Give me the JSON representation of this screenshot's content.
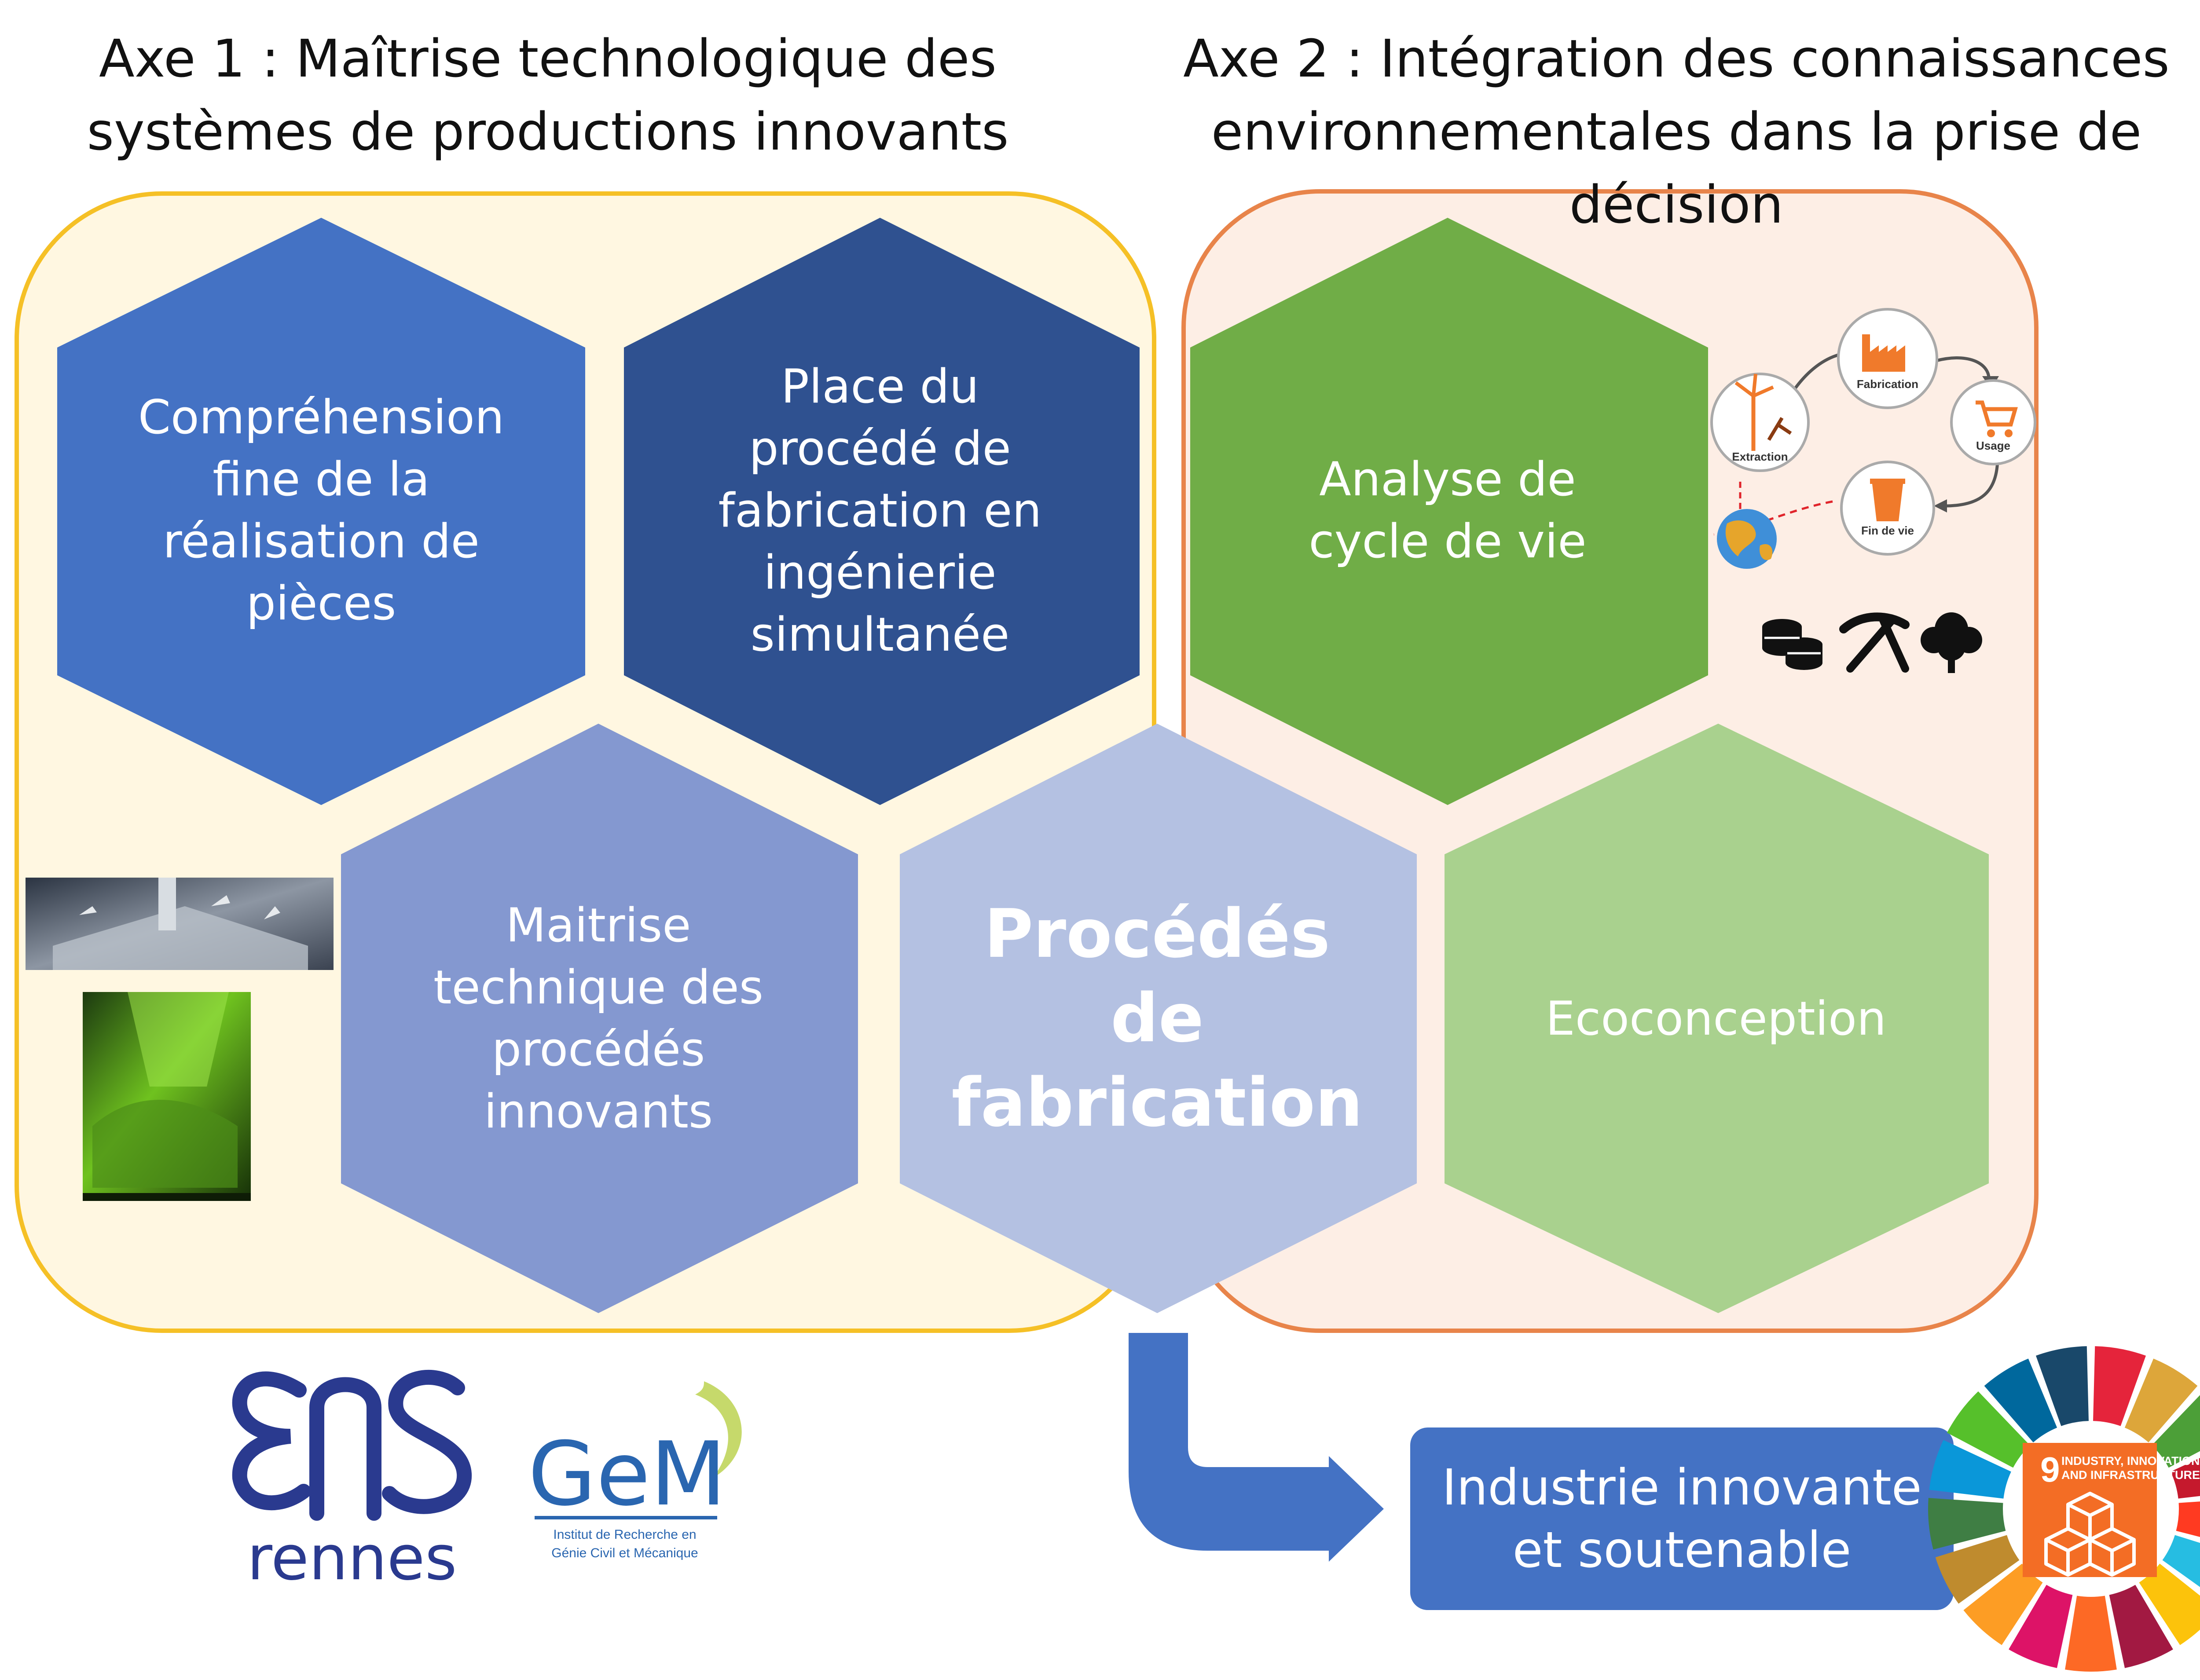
{
  "axes": {
    "axe1": {
      "title_line1": "Axe 1 : Maîtrise technologique des",
      "title_line2": "systèmes de productions innovants",
      "color": "#F5C026",
      "fill": "#FFF7E1"
    },
    "axe2": {
      "title_line1": "Axe 2 : Intégration des connaissances",
      "title_line2": "environnementales dans la prise de décision",
      "color": "#E8844A",
      "fill": "#FDEEE5"
    }
  },
  "hexagons": {
    "comprehension": {
      "lines": [
        "Compréhension",
        "fine de la",
        "réalisation de",
        "pièces"
      ],
      "color": "#4472C4"
    },
    "place": {
      "lines": [
        "Place du",
        "procédé de",
        "fabrication en",
        "ingénierie",
        "simultanée"
      ],
      "color": "#2F5190"
    },
    "maitrise": {
      "lines": [
        "Maitrise",
        "technique des",
        "procédés",
        "innovants"
      ],
      "color": "#8498D0"
    },
    "center": {
      "lines": [
        "Procédés",
        "de",
        "fabrication"
      ],
      "color": "#B4C1E2"
    },
    "acv": {
      "lines": [
        "Analyse de",
        "cycle de vie"
      ],
      "color": "#70AD47"
    },
    "ecoconception": {
      "lines": [
        "Ecoconception"
      ],
      "color": "#A9D18E"
    }
  },
  "lifecycle": {
    "stages": {
      "fabrication": "Fabrication",
      "usage": "Usage",
      "fin_de_vie": "Fin de vie",
      "extraction": "Extraction"
    },
    "impact_icons": [
      "coins-icon",
      "pickaxe-icon",
      "tree-icon"
    ]
  },
  "result": {
    "line1": "Industrie innovante",
    "line2": "et soutenable",
    "color": "#4472C4"
  },
  "sdg": {
    "number": "9",
    "title_line1": "INDUSTRY, INNOVATION",
    "title_line2": "AND INFRASTRUCTURE",
    "color": "#F36D25"
  },
  "logos": {
    "ens_brand": "ENS",
    "ens_city": "rennes",
    "gem_brand": "GeM",
    "gem_line1": "Institut de Recherche en",
    "gem_line2": "Génie Civil et Mécanique"
  }
}
